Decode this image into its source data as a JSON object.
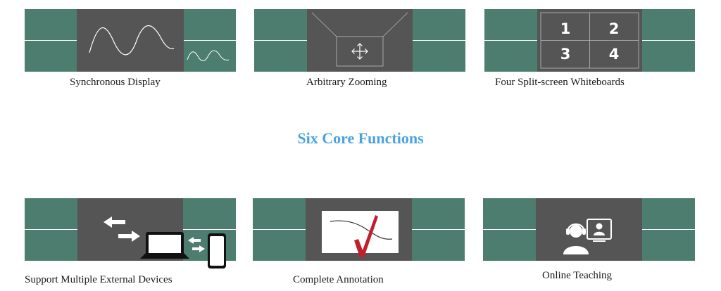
{
  "heading": "Six Core Functions",
  "colors": {
    "green_panel": "#4c7d6e",
    "dark_screen": "#555555",
    "white": "#ffffff",
    "heading": "#4aa3df",
    "annotation_check": "#c0202c",
    "black_device": "#111111"
  },
  "features": [
    {
      "caption": "Synchronous Display"
    },
    {
      "caption": "Arbitrary Zooming",
      "icon": "move-arrows-icon"
    },
    {
      "caption": "Four Split-screen Whiteboards",
      "quadrants": [
        "1",
        "2",
        "3",
        "4"
      ]
    },
    {
      "caption": "Support Multiple External Devices",
      "icon": "laptop-phone-icon"
    },
    {
      "caption": "Complete Annotation",
      "icon": "checkmark-icon"
    },
    {
      "caption": "Online Teaching",
      "icon": "teacher-headset-icon"
    }
  ]
}
